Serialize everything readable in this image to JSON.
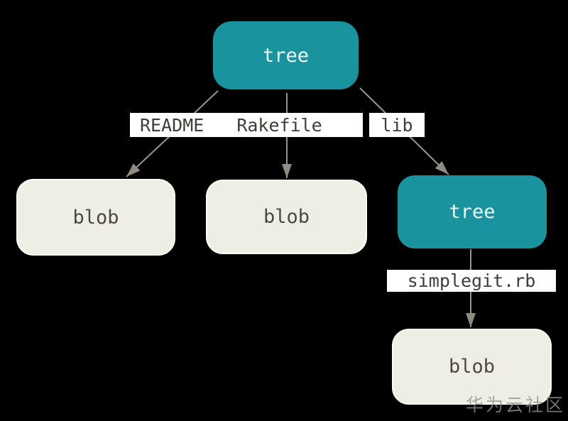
{
  "diagram": {
    "description": "Git tree and blob objects diagram on black background",
    "background_color": "#000000",
    "colors": {
      "tree_node_fill": "#19949e",
      "tree_node_text": "#f2f7f7",
      "blob_node_fill": "#efeee5",
      "blob_node_border": "#fbfaf3",
      "blob_node_text": "#4c4944",
      "edge_line": "#9a958c",
      "edge_label_bg": "#ffffff",
      "edge_label_text": "#3f3d38"
    },
    "nodes": [
      {
        "id": "tree-root",
        "type": "tree",
        "label": "tree"
      },
      {
        "id": "blob-readme",
        "type": "blob",
        "label": "blob"
      },
      {
        "id": "blob-rakefile",
        "type": "blob",
        "label": "blob"
      },
      {
        "id": "tree-lib",
        "type": "tree",
        "label": "tree"
      },
      {
        "id": "blob-simplegit",
        "type": "blob",
        "label": "blob"
      }
    ],
    "edges": [
      {
        "from": "tree-root",
        "to": "blob-readme",
        "label": "README"
      },
      {
        "from": "tree-root",
        "to": "blob-rakefile",
        "label": "Rakefile"
      },
      {
        "from": "tree-root",
        "to": "tree-lib",
        "label": "lib"
      },
      {
        "from": "tree-lib",
        "to": "blob-simplegit",
        "label": "simplegit.rb"
      }
    ],
    "watermark": "华为云社区"
  }
}
